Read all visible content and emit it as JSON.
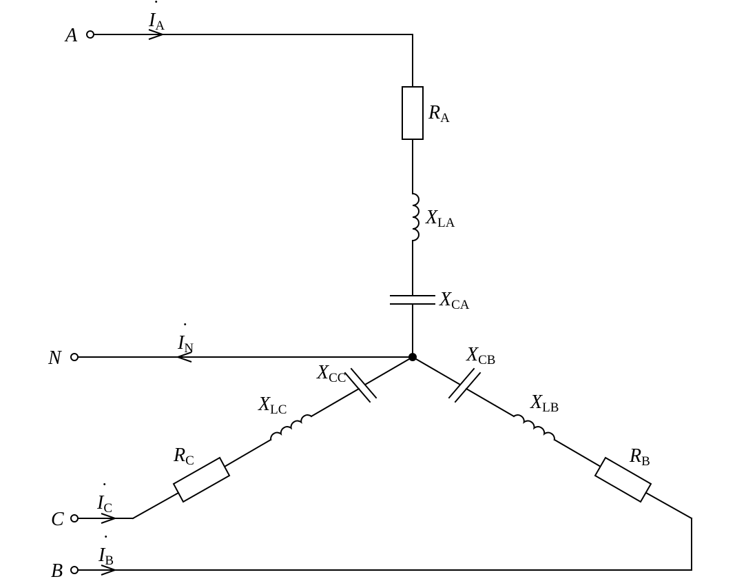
{
  "terminals": {
    "A": "A",
    "N": "N",
    "C": "C",
    "B": "B"
  },
  "currents": {
    "IA": {
      "symbol": "I",
      "sub": "A"
    },
    "IN": {
      "symbol": "I",
      "sub": "N"
    },
    "IC": {
      "symbol": "I",
      "sub": "C"
    },
    "IB": {
      "symbol": "I",
      "sub": "B"
    }
  },
  "components": {
    "RA": {
      "symbol": "R",
      "sub": "A"
    },
    "XLA": {
      "symbol": "X",
      "sub": "LA"
    },
    "XCA": {
      "symbol": "X",
      "sub": "CA"
    },
    "XCB": {
      "symbol": "X",
      "sub": "CB"
    },
    "XLB": {
      "symbol": "X",
      "sub": "LB"
    },
    "RB": {
      "symbol": "R",
      "sub": "B"
    },
    "XCC": {
      "symbol": "X",
      "sub": "CC"
    },
    "XLC": {
      "symbol": "X",
      "sub": "LC"
    },
    "RC": {
      "symbol": "R",
      "sub": "C"
    }
  }
}
